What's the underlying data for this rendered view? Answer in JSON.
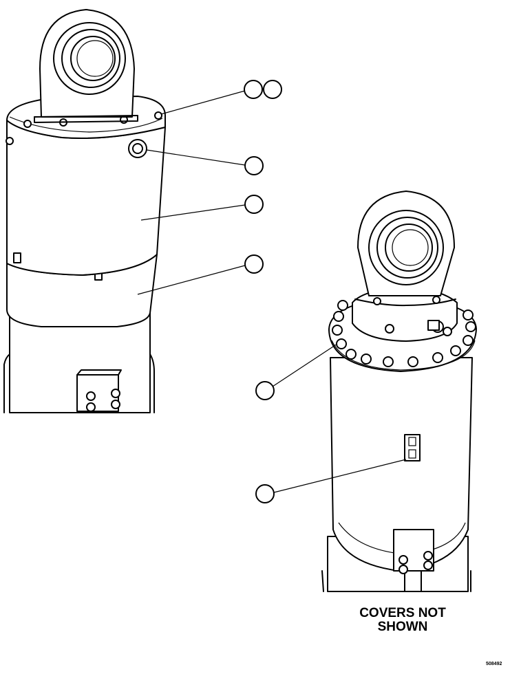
{
  "caption": {
    "line1": "COVERS NOT",
    "line2": "SHOWN"
  },
  "drawing_number": "508492",
  "callouts": [
    {
      "id": "callout-1",
      "label": ""
    },
    {
      "id": "callout-2",
      "label": ""
    },
    {
      "id": "callout-3",
      "label": ""
    },
    {
      "id": "callout-4",
      "label": ""
    },
    {
      "id": "callout-5",
      "label": ""
    },
    {
      "id": "callout-6",
      "label": ""
    },
    {
      "id": "callout-7",
      "label": ""
    }
  ]
}
